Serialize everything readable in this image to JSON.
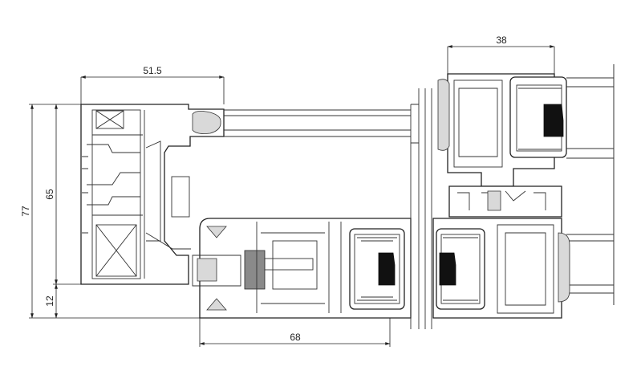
{
  "dimensions": {
    "top_left_width": "51.5",
    "top_right_width": "38",
    "bottom_width": "68",
    "total_height": "77",
    "frame_height": "65",
    "bottom_height": "12"
  }
}
